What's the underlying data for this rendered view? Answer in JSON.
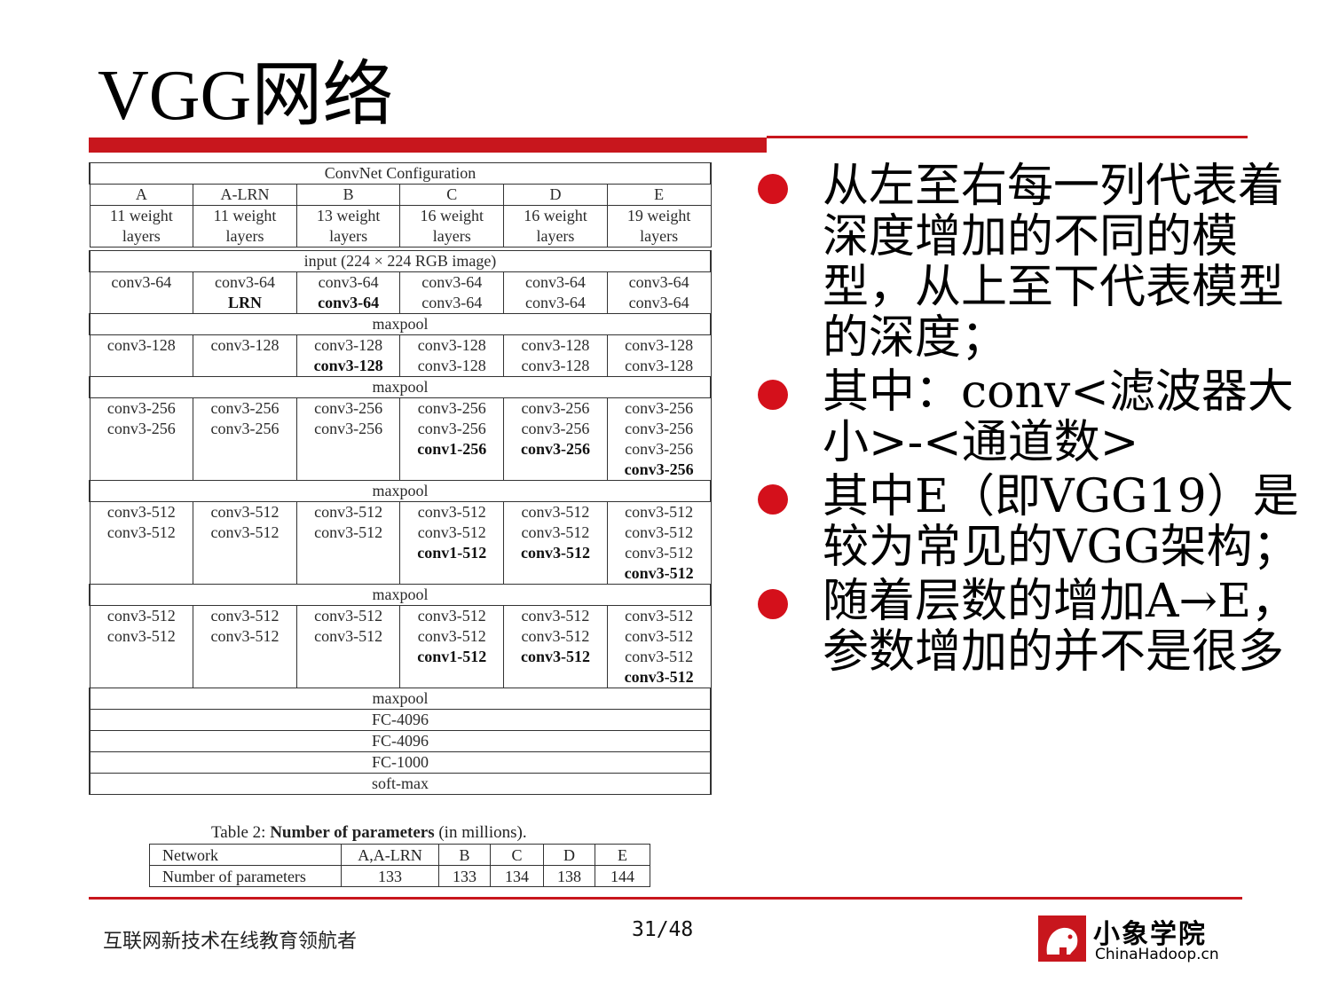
{
  "slide": {
    "title": "VGG网络",
    "accent_color": "#c8161d"
  },
  "config_table": {
    "header": "ConvNet Configuration",
    "columns": [
      "A",
      "A-LRN",
      "B",
      "C",
      "D",
      "E"
    ],
    "depth_top": [
      "11 weight",
      "11 weight",
      "13 weight",
      "16 weight",
      "16 weight",
      "19 weight"
    ],
    "depth_bottom": [
      "layers",
      "layers",
      "layers",
      "layers",
      "layers",
      "layers"
    ],
    "input": "input (224 × 224 RGB image)",
    "maxpool": "maxpool",
    "block1": [
      [
        "conv3-64"
      ],
      [
        "conv3-64",
        "LRN"
      ],
      [
        "conv3-64",
        "conv3-64"
      ],
      [
        "conv3-64",
        "conv3-64"
      ],
      [
        "conv3-64",
        "conv3-64"
      ],
      [
        "conv3-64",
        "conv3-64"
      ]
    ],
    "block2": [
      [
        "conv3-128"
      ],
      [
        "conv3-128"
      ],
      [
        "conv3-128",
        "conv3-128"
      ],
      [
        "conv3-128",
        "conv3-128"
      ],
      [
        "conv3-128",
        "conv3-128"
      ],
      [
        "conv3-128",
        "conv3-128"
      ]
    ],
    "block3": [
      [
        "conv3-256",
        "conv3-256"
      ],
      [
        "conv3-256",
        "conv3-256"
      ],
      [
        "conv3-256",
        "conv3-256"
      ],
      [
        "conv3-256",
        "conv3-256",
        "conv1-256"
      ],
      [
        "conv3-256",
        "conv3-256",
        "conv3-256"
      ],
      [
        "conv3-256",
        "conv3-256",
        "conv3-256",
        "conv3-256"
      ]
    ],
    "block4": [
      [
        "conv3-512",
        "conv3-512"
      ],
      [
        "conv3-512",
        "conv3-512"
      ],
      [
        "conv3-512",
        "conv3-512"
      ],
      [
        "conv3-512",
        "conv3-512",
        "conv1-512"
      ],
      [
        "conv3-512",
        "conv3-512",
        "conv3-512"
      ],
      [
        "conv3-512",
        "conv3-512",
        "conv3-512",
        "conv3-512"
      ]
    ],
    "block5": [
      [
        "conv3-512",
        "conv3-512"
      ],
      [
        "conv3-512",
        "conv3-512"
      ],
      [
        "conv3-512",
        "conv3-512"
      ],
      [
        "conv3-512",
        "conv3-512",
        "conv1-512"
      ],
      [
        "conv3-512",
        "conv3-512",
        "conv3-512"
      ],
      [
        "conv3-512",
        "conv3-512",
        "conv3-512",
        "conv3-512"
      ]
    ],
    "tail": [
      "maxpool",
      "FC-4096",
      "FC-4096",
      "FC-1000",
      "soft-max"
    ]
  },
  "params_table": {
    "caption_prefix": "Table 2: ",
    "caption_bold": "Number of parameters",
    "caption_suffix": " (in millions).",
    "header": [
      "Network",
      "A,A-LRN",
      "B",
      "C",
      "D",
      "E"
    ],
    "row": [
      "Number of parameters",
      "133",
      "133",
      "134",
      "138",
      "144"
    ]
  },
  "bullets": [
    "从左至右每一列代表着深度增加的不同的模型，从上至下代表模型的深度；",
    "其中：conv<滤波器大小>-<通道数>",
    "其中E（即VGG19）是较为常见的VGG架构；",
    "随着层数的增加A→E，参数增加的并不是很多"
  ],
  "footer": {
    "text": "互联网新技术在线教育领航者",
    "page": "31/48"
  },
  "logo": {
    "name_cn": "小象学院",
    "name_en": "ChinaHadoop.cn"
  }
}
